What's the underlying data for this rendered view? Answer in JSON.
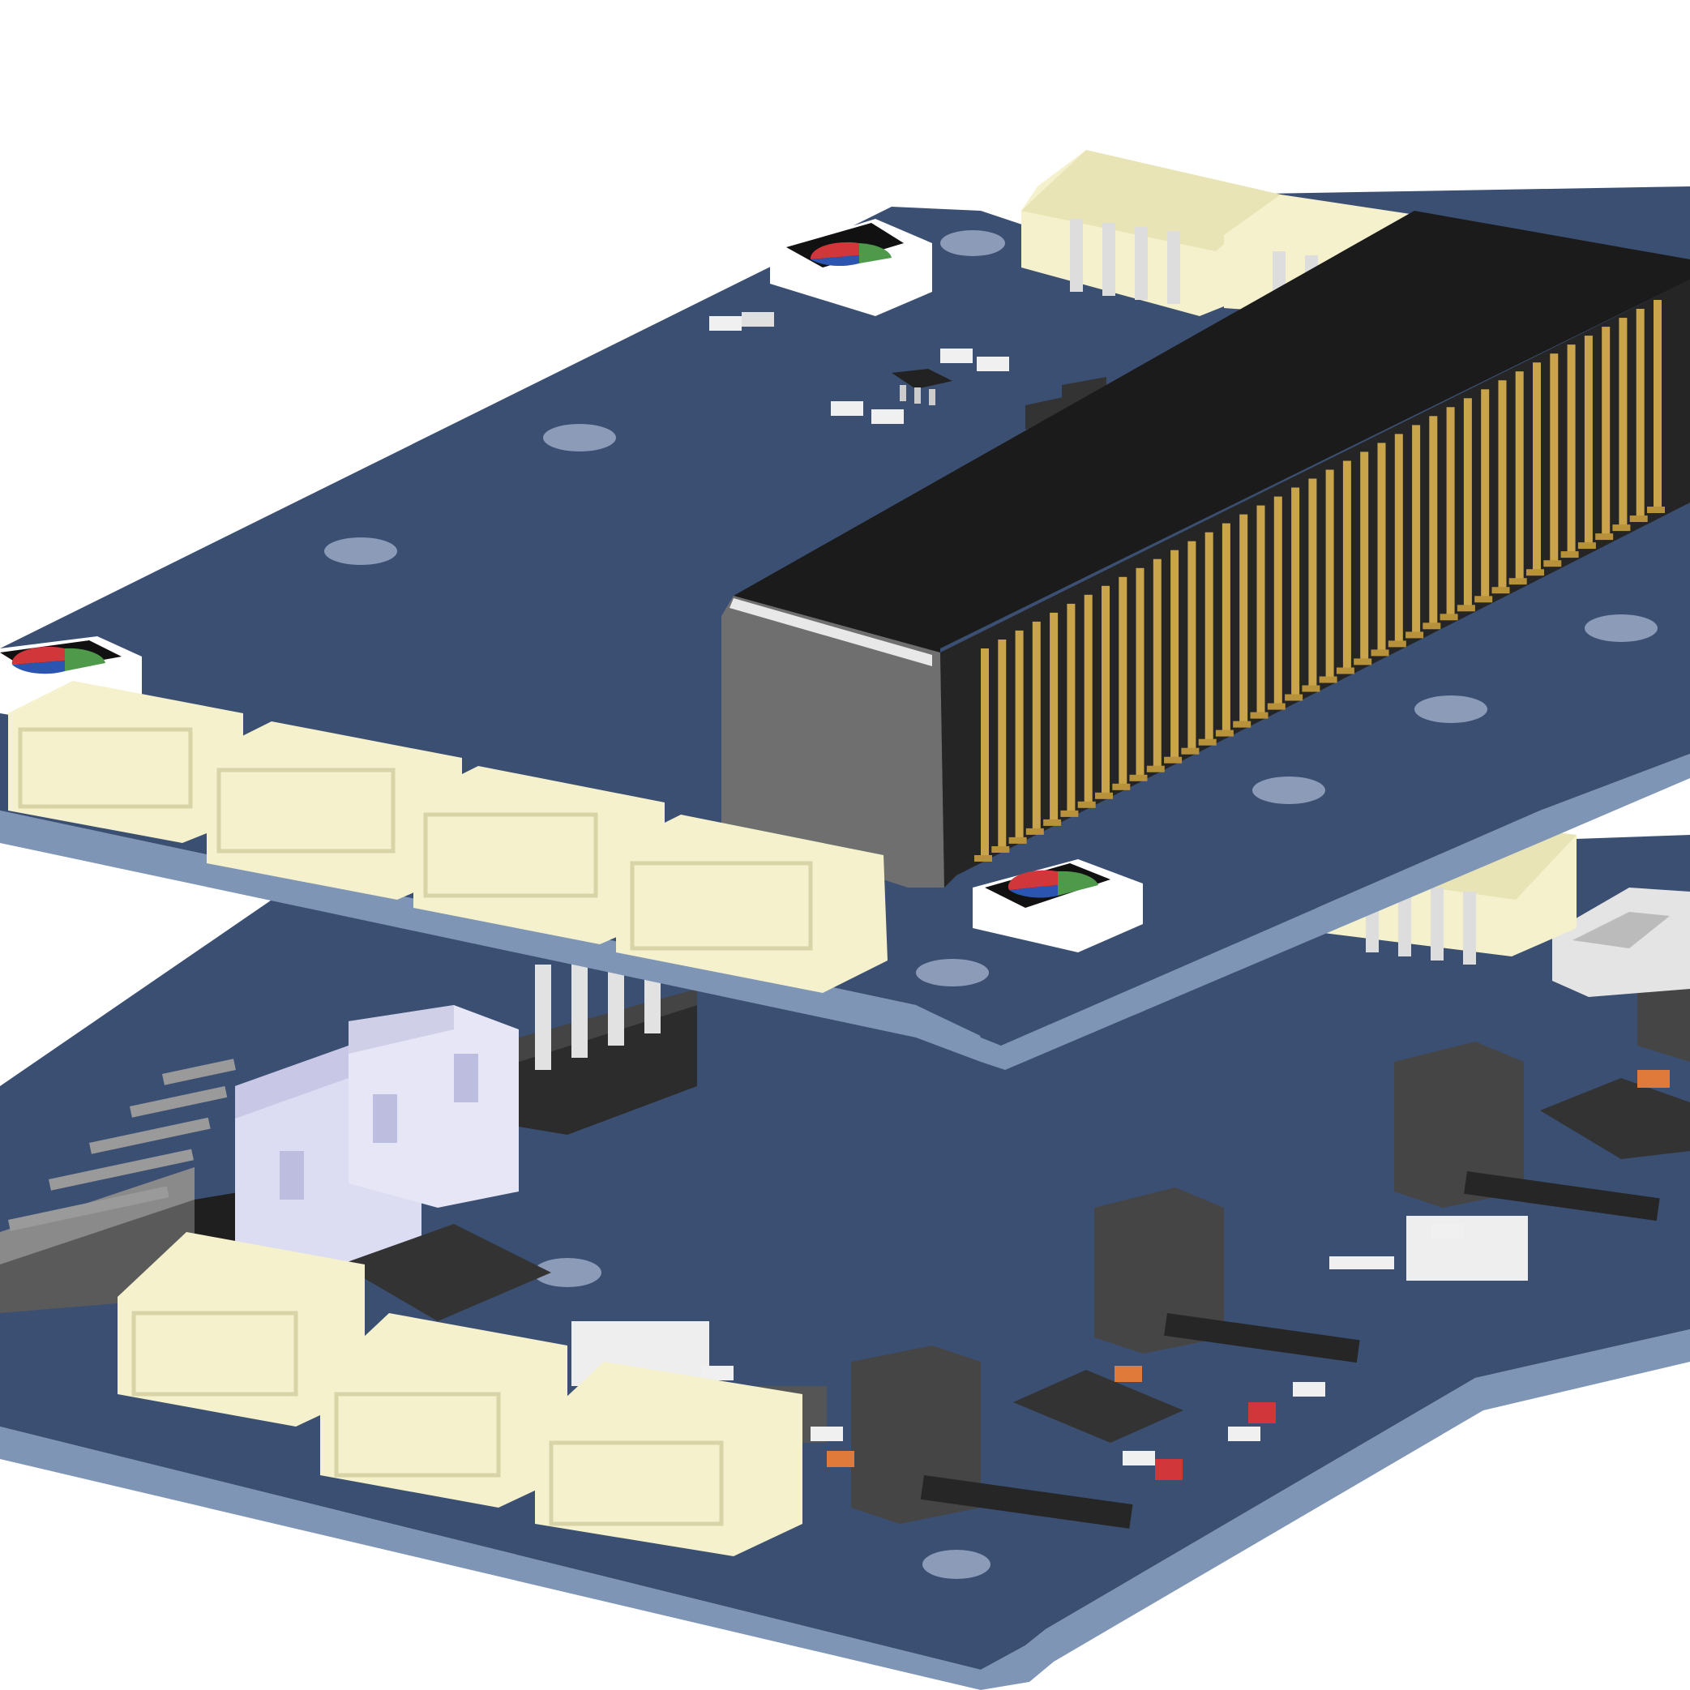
{
  "scene": {
    "background": "#ffffff",
    "colors": {
      "pcb": "#3b4f72",
      "pcb_dark": "#2f4262",
      "pcb_edge": "#7e95b5",
      "pcb_edge_dark": "#6a80a0",
      "hole": "#8b9bb8",
      "connector": "#f4f1cc",
      "connector_dark": "#d9d4a8",
      "header_black": "#1b1b1b",
      "header_side": "#707070",
      "gold": "#c9a44a",
      "silver": "#cccccc",
      "led_red": "#d0363a",
      "led_blue": "#2c55b2",
      "led_green": "#4f9a4a",
      "chip": "#3c3c3c",
      "regulator": "#444444",
      "lavender": "#dcdcf2"
    },
    "top_board": {
      "rgb_leds": 3,
      "jst_connectors_front": 4,
      "jst_connectors_back": 2,
      "edge_connector_pins": 40
    },
    "bottom_board": {
      "jst_connectors_front": 3,
      "jst_connector_back": 1,
      "voltage_regulators": 4,
      "usb_ports": 1
    }
  }
}
